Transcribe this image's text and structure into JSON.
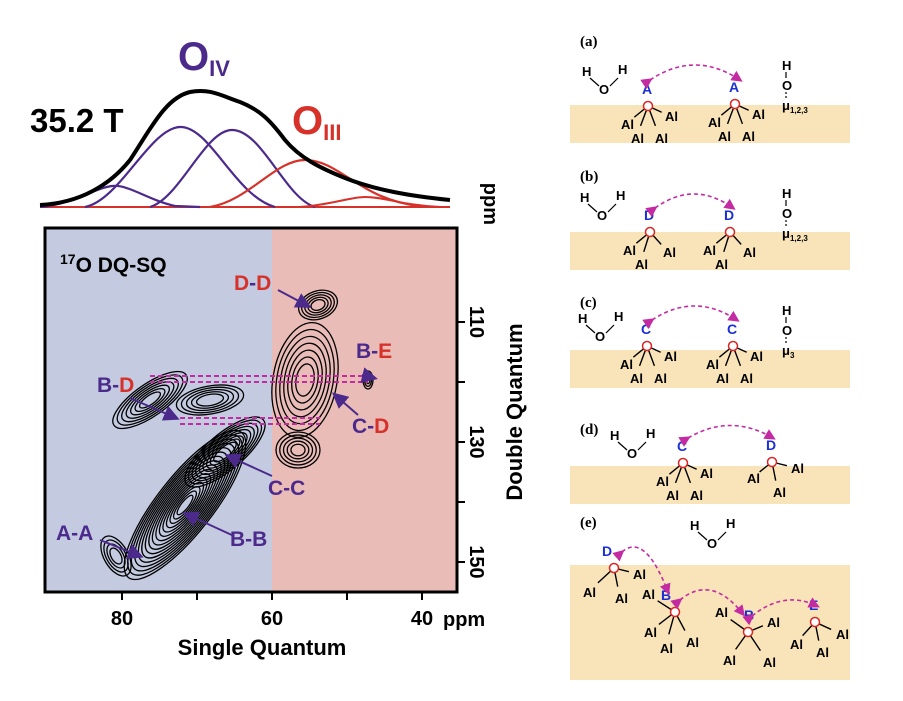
{
  "figure": {
    "left": {
      "field_label": "35.2 T",
      "oiv_main": "O",
      "oiv_sub": "IV",
      "oiii_main": "O",
      "oiii_sub": "III",
      "ppm_label_right": "ppm",
      "ppm_label_bottom": "ppm",
      "plot_title_sup": "17",
      "plot_title_main": "O DQ-SQ",
      "x_axis_label": "Single Quantum",
      "y_axis_label": "Double Quantum",
      "x_ticks": [
        "80",
        "70",
        "60",
        "50",
        "40"
      ],
      "y_ticks": [
        "110",
        "120",
        "130",
        "140",
        "150"
      ],
      "x_ticks_labeled": [
        "80",
        "60",
        "40"
      ],
      "y_ticks_labeled": [
        "110",
        "130",
        "150"
      ],
      "regions": {
        "blue": "#c4cbe1",
        "red": "#e9bcb7"
      },
      "colors": {
        "purple": "#4b2a8c",
        "red": "#d6322a",
        "magenta": "#c42ba2"
      },
      "pairs": [
        {
          "id": "dd",
          "first": "D",
          "dash": "-",
          "second": "D",
          "first_color": "red",
          "second_color": "red"
        },
        {
          "id": "be",
          "first": "B",
          "dash": "-",
          "second": "E",
          "first_color": "purple",
          "second_color": "red"
        },
        {
          "id": "bd",
          "first": "B",
          "dash": "-",
          "second": "D",
          "first_color": "purple",
          "second_color": "red"
        },
        {
          "id": "cd",
          "first": "C",
          "dash": "-",
          "second": "D",
          "first_color": "purple",
          "second_color": "red"
        },
        {
          "id": "cc",
          "first": "C",
          "dash": "-",
          "second": "C",
          "first_color": "purple",
          "second_color": "purple"
        },
        {
          "id": "bb",
          "first": "B",
          "dash": "-",
          "second": "B",
          "first_color": "purple",
          "second_color": "purple"
        },
        {
          "id": "aa",
          "first": "A",
          "dash": "-",
          "second": "A",
          "first_color": "purple",
          "second_color": "purple"
        }
      ]
    },
    "right": {
      "panel_labels": [
        "(a)",
        "(b)",
        "(c)",
        "(d)",
        "(e)"
      ],
      "atoms": {
        "al": "Al",
        "o": "O",
        "h": "H"
      },
      "site_labels": {
        "a": [
          "A",
          "A"
        ],
        "b": [
          "D",
          "D"
        ],
        "c": [
          "C",
          "C"
        ],
        "d": [
          "C",
          "D"
        ],
        "e": [
          "D",
          "B",
          "B",
          "E"
        ]
      },
      "mu_sub_a": "1,2,3",
      "mu_sub_b": "1,2,3",
      "mu_sub_c": "3",
      "mu_symbol": "μ",
      "colors": {
        "surface": "#f8e4b8",
        "site_label": "#1a2fd6",
        "oxygen": "#e02424",
        "arrow": "#c42ba2"
      }
    }
  }
}
